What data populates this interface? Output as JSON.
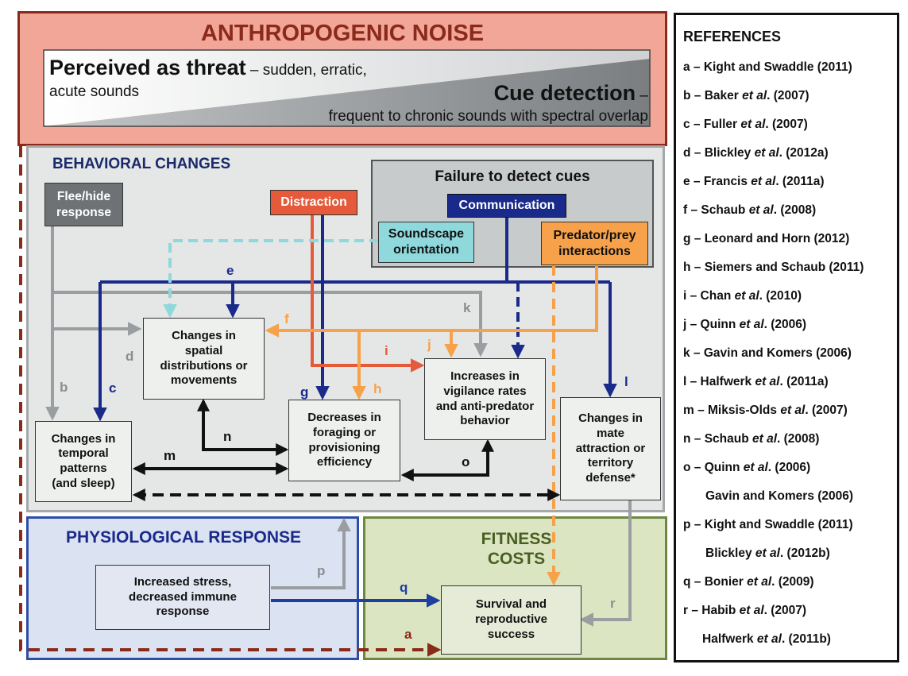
{
  "header": {
    "title": "ANTHROPOGENIC NOISE",
    "threat_bold": "Perceived as threat",
    "threat_rest": " – sudden, erratic,",
    "threat_line2": "acute sounds",
    "cue_bold": "Cue detection",
    "cue_dash": " –",
    "cue_line2": "frequent to chronic sounds with spectral overlap"
  },
  "sections": {
    "behavioral": "BEHAVIORAL CHANGES",
    "failure": "Failure to detect cues",
    "physiological": "PHYSIOLOGICAL RESPONSE",
    "fitness_line1": "FITNESS",
    "fitness_line2": "COSTS"
  },
  "boxes": {
    "flee_line1": "Flee/hide",
    "flee_line2": "response",
    "distraction": "Distraction",
    "communication": "Communication",
    "soundscape_line1": "Soundscape",
    "soundscape_line2": "orientation",
    "predator_line1": "Predator/prey",
    "predator_line2": "interactions",
    "spatial": [
      "Changes in",
      "spatial",
      "distributions or",
      "movements"
    ],
    "vigilance": [
      "Increases in",
      "vigilance rates",
      "and anti-predator",
      "behavior"
    ],
    "foraging": [
      "Decreases in",
      "foraging or",
      "provisioning",
      "efficiency"
    ],
    "temporal": [
      "Changes in",
      "temporal",
      "patterns",
      "(and sleep)"
    ],
    "mate": [
      "Changes in",
      "mate",
      "attraction or",
      "territory",
      "defense*"
    ],
    "stress": [
      "Increased stress,",
      "decreased immune",
      "response"
    ],
    "survival": [
      "Survival and",
      "reproductive",
      "success"
    ]
  },
  "arrow_labels": {
    "a": "a",
    "b": "b",
    "c": "c",
    "d": "d",
    "e": "e",
    "f": "f",
    "g": "g",
    "h": "h",
    "i": "i",
    "j": "j",
    "k": "k",
    "l": "l",
    "m": "m",
    "n": "n",
    "o": "o",
    "p": "p",
    "q": "q",
    "r": "r"
  },
  "references": {
    "title": "REFERENCES",
    "items": [
      {
        "pre": "a – Kight and Swaddle (2011)",
        "it": "",
        "post": ""
      },
      {
        "pre": "b – Baker ",
        "it": "et al",
        "post": ". (2007)"
      },
      {
        "pre": "c – Fuller ",
        "it": "et al",
        "post": ". (2007)"
      },
      {
        "pre": "d – Blickley ",
        "it": "et al",
        "post": ". (2012a)"
      },
      {
        "pre": "e – Francis ",
        "it": "et al",
        "post": ". (2011a)"
      },
      {
        "pre": "f – Schaub ",
        "it": "et al",
        "post": ". (2008)"
      },
      {
        "pre": "g – Leonard and Horn (2012)",
        "it": "",
        "post": ""
      },
      {
        "pre": "h – Siemers and Schaub (2011)",
        "it": "",
        "post": ""
      },
      {
        "pre": "i – Chan ",
        "it": "et al",
        "post": ". (2010)"
      },
      {
        "pre": "j – Quinn ",
        "it": "et al",
        "post": ". (2006)"
      },
      {
        "pre": "k – Gavin and Komers (2006)",
        "it": "",
        "post": ""
      },
      {
        "pre": "l – Halfwerk ",
        "it": "et al",
        "post": ". (2011a)"
      },
      {
        "pre": "m – Miksis-Olds ",
        "it": "et al",
        "post": ". (2007)"
      },
      {
        "pre": "n – Schaub ",
        "it": "et al",
        "post": ". (2008)"
      },
      {
        "pre": "o – Quinn ",
        "it": "et al",
        "post": ". (2006)"
      },
      {
        "pre": "Gavin and Komers (2006)",
        "it": "",
        "post": ""
      },
      {
        "pre": "p – Kight and Swaddle (2011)",
        "it": "",
        "post": ""
      },
      {
        "pre": "Blickley ",
        "it": "et al",
        "post": ". (2012b)"
      },
      {
        "pre": "q – Bonier ",
        "it": "et al",
        "post": ". (2009)"
      },
      {
        "pre": "r – Habib ",
        "it": "et al",
        "post": ". (2007)"
      },
      {
        "pre": "Halfwerk ",
        "it": "et al",
        "post": ". (2011b)"
      }
    ]
  },
  "colors": {
    "salmon": "#f2a698",
    "dark_red": "#8a2a1a",
    "navy": "#1a2a8a",
    "blue": "#1f3fa0",
    "gray": "#9a9ea0",
    "orange": "#f7a24a",
    "red_orange": "#e45a3a",
    "teal": "#8fd8dc",
    "green": "#dbe5c2",
    "light_blue": "#dbe2f2"
  }
}
